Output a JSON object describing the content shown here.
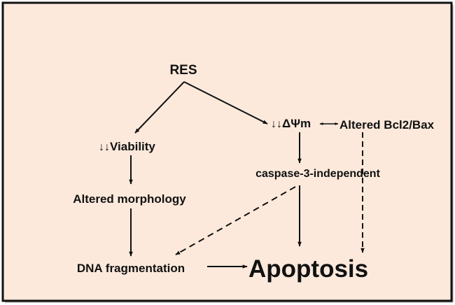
{
  "diagram": {
    "background_color": "#FCE9DB",
    "border_color": "#111111",
    "text_color": "#111111",
    "nodes": {
      "res": {
        "label": "RES"
      },
      "viability": {
        "prefix": "↓↓",
        "label": "Viability"
      },
      "altered_morphology": {
        "label": "Altered morphology"
      },
      "dna_fragmentation": {
        "label": "DNA fragmentation"
      },
      "membrane_potential": {
        "prefix": "↓↓",
        "label": "ΔΨm"
      },
      "bcl2_bax": {
        "label": "Altered Bcl2/Bax"
      },
      "caspase": {
        "label": "caspase-3-independent"
      },
      "apoptosis": {
        "label": "Apoptosis"
      }
    },
    "edges": [
      {
        "from": "RES",
        "to": "Viability",
        "style": "solid"
      },
      {
        "from": "RES",
        "to": "ΔΨm",
        "style": "solid"
      },
      {
        "from": "Viability",
        "to": "Altered morphology",
        "style": "solid"
      },
      {
        "from": "Altered morphology",
        "to": "DNA fragmentation",
        "style": "solid"
      },
      {
        "from": "DNA fragmentation",
        "to": "Apoptosis",
        "style": "solid"
      },
      {
        "from": "ΔΨm",
        "to": "Altered Bcl2/Bax",
        "style": "solid-bidirectional"
      },
      {
        "from": "ΔΨm",
        "to": "caspase-3-independent",
        "style": "solid"
      },
      {
        "from": "caspase-3-independent",
        "to": "Apoptosis",
        "style": "solid"
      },
      {
        "from": "caspase-3-independent",
        "to": "DNA fragmentation",
        "style": "dashed"
      },
      {
        "from": "Altered Bcl2/Bax",
        "to": "Apoptosis",
        "style": "dashed"
      }
    ]
  }
}
